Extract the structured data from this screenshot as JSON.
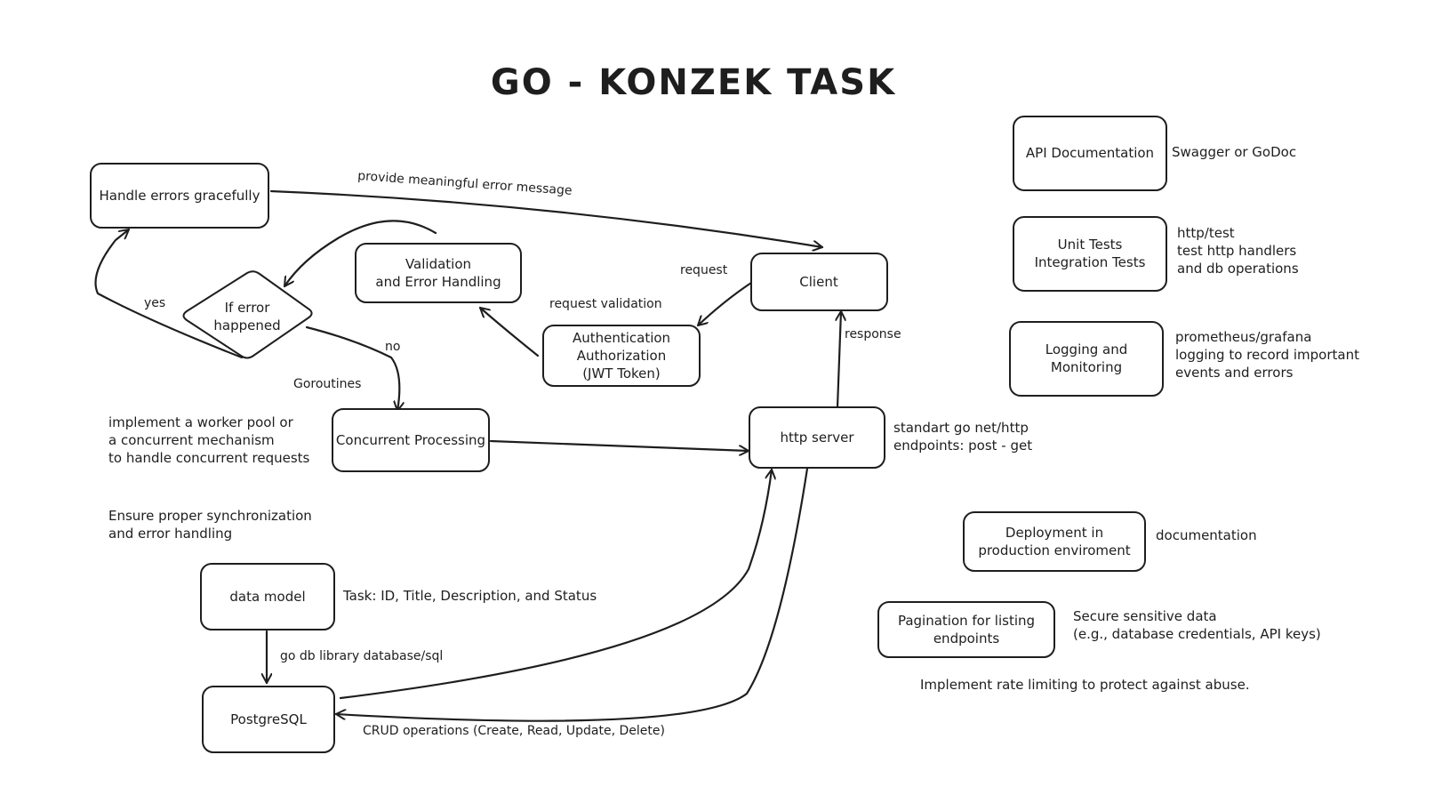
{
  "title": "GO - KONZEK TASK",
  "nodes": {
    "handle_errors": [
      "Handle errors gracefully"
    ],
    "validation": [
      "Validation",
      "and Error Handling"
    ],
    "if_error": [
      "If error",
      "happened"
    ],
    "client": [
      "Client"
    ],
    "auth": [
      "Authentication",
      "Authorization",
      "(JWT Token)"
    ],
    "concurrent": [
      "Concurrent Processing"
    ],
    "http_server": [
      "http server"
    ],
    "data_model": [
      "data model"
    ],
    "postgres": [
      "PostgreSQL"
    ],
    "api_docs": [
      "API Documentation"
    ],
    "tests": [
      "Unit Tests",
      "Integration Tests"
    ],
    "logging": [
      "Logging and",
      "Monitoring"
    ],
    "deployment": [
      "Deployment in",
      "production enviroment"
    ],
    "pagination": [
      "Pagination for listing",
      "endpoints"
    ]
  },
  "edge_labels": {
    "error_message": "provide meaningful error message",
    "yes": "yes",
    "no": "no",
    "request": "request",
    "request_validation": "request validation",
    "response": "response",
    "goroutines": "Goroutines",
    "db_library": "go db library database/sql",
    "crud": "CRUD operations (Create, Read, Update, Delete)"
  },
  "notes": {
    "swagger": [
      "Swagger or GoDoc"
    ],
    "http_test": [
      "http/test",
      "test http handlers",
      "and db operations"
    ],
    "prometheus": [
      "prometheus/grafana",
      "logging to record important",
      "events and errors"
    ],
    "http_server_info": [
      "standart go net/http",
      "endpoints: post - get"
    ],
    "worker_pool": [
      "implement a worker pool or",
      "a concurrent mechanism",
      "to handle concurrent requests"
    ],
    "sync": [
      "Ensure proper synchronization",
      "and error handling"
    ],
    "task_fields": [
      "Task: ID, Title, Description, and Status"
    ],
    "documentation": [
      "documentation"
    ],
    "secure": [
      "Secure sensitive data",
      "(e.g., database credentials, API keys)"
    ],
    "rate_limit": [
      "Implement rate limiting to protect against abuse."
    ]
  },
  "colors": {
    "stroke": "#1e1e1e",
    "background": "#ffffff"
  }
}
